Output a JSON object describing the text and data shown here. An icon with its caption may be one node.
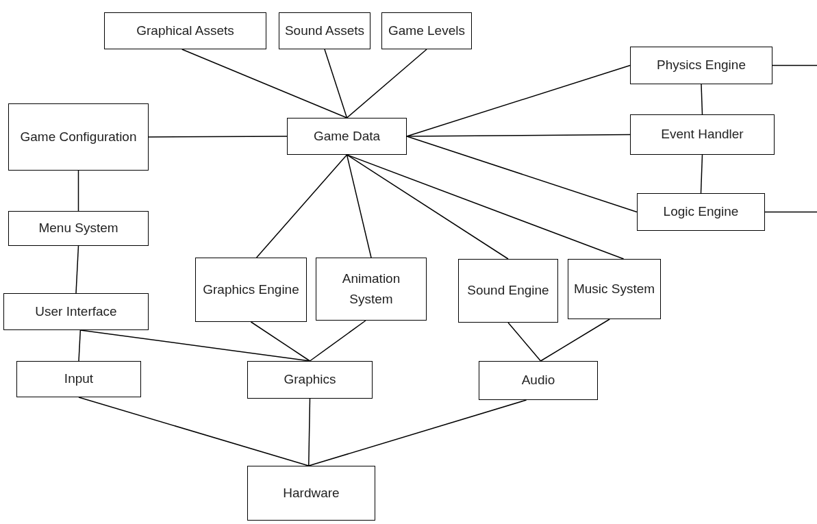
{
  "diagram": {
    "nodes": [
      {
        "text": [
          "Graphical Assets"
        ]
      },
      {
        "text": [
          "Sound Assets"
        ]
      },
      {
        "text": [
          "Game Levels"
        ]
      },
      {
        "text": [
          "Physics Engine"
        ]
      },
      {
        "text": [
          "Game Configuration"
        ]
      },
      {
        "text": [
          "Game Data"
        ]
      },
      {
        "text": [
          "Event Handler"
        ]
      },
      {
        "text": [
          "Logic Engine"
        ]
      },
      {
        "text": [
          "Menu System"
        ]
      },
      {
        "text": [
          "Graphics Engine"
        ]
      },
      {
        "text": [
          "Animation System"
        ]
      },
      {
        "text": [
          "Sound Engine"
        ]
      },
      {
        "text": [
          "Music System"
        ]
      },
      {
        "text": [
          "User Interface"
        ]
      },
      {
        "text": [
          "Input"
        ]
      },
      {
        "text": [
          "Graphics"
        ]
      },
      {
        "text": [
          "Audio"
        ]
      },
      {
        "text": [
          "Hardware"
        ]
      }
    ],
    "edges": [
      {
        "from": 0,
        "to": 5,
        "arrow": "none"
      },
      {
        "from": 1,
        "to": 5,
        "arrow": "none"
      },
      {
        "from": 2,
        "to": 5,
        "arrow": "none"
      },
      {
        "from": 4,
        "to": 5,
        "arrow": "none"
      },
      {
        "from": 5,
        "to": 3,
        "arrow": "none"
      },
      {
        "from": 5,
        "to": 6,
        "arrow": "none"
      },
      {
        "from": 5,
        "to": 7,
        "arrow": "none"
      },
      {
        "from": 3,
        "to": 6,
        "arrow": "none"
      },
      {
        "from": 6,
        "to": 7,
        "arrow": "none"
      },
      {
        "from": 3,
        "to": null,
        "arrow": "none"
      },
      {
        "from": 7,
        "to": null,
        "arrow": "none"
      },
      {
        "from": 4,
        "to": 8,
        "arrow": "none"
      },
      {
        "from": 8,
        "to": 13,
        "arrow": "none"
      },
      {
        "from": 5,
        "to": 9,
        "arrow": "none"
      },
      {
        "from": 5,
        "to": 10,
        "arrow": "none"
      },
      {
        "from": 5,
        "to": 11,
        "arrow": "none"
      },
      {
        "from": 5,
        "to": 12,
        "arrow": "none"
      },
      {
        "from": 13,
        "to": 14,
        "arrow": "none"
      },
      {
        "from": 13,
        "to": 15,
        "arrow": "none"
      },
      {
        "from": 9,
        "to": 15,
        "arrow": "none"
      },
      {
        "from": 10,
        "to": 15,
        "arrow": "none"
      },
      {
        "from": 11,
        "to": 16,
        "arrow": "none"
      },
      {
        "from": 12,
        "to": 16,
        "arrow": "none"
      },
      {
        "from": 14,
        "to": 17,
        "arrow": "none"
      },
      {
        "from": 15,
        "to": 17,
        "arrow": "none"
      },
      {
        "from": 16,
        "to": 17,
        "arrow": "none"
      }
    ]
  }
}
